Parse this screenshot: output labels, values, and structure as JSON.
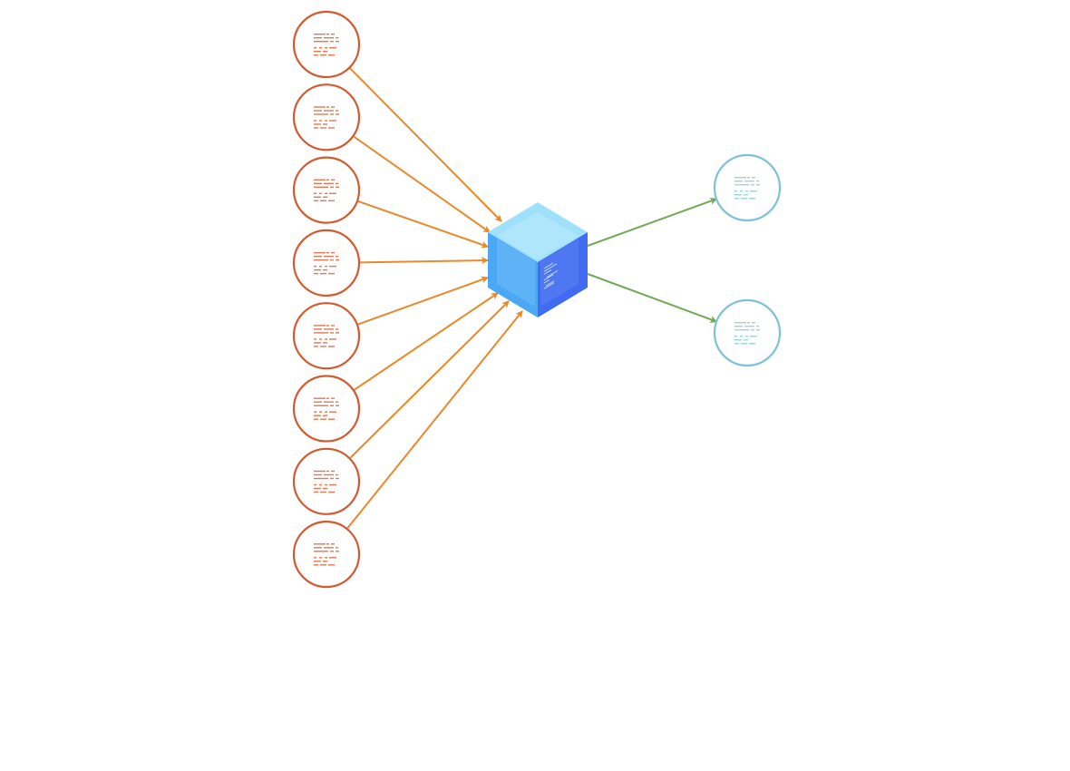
{
  "colors": {
    "input_stroke": "#d35a2f",
    "input_text": "#de7a55",
    "input_arrow": "#e8892a",
    "output_stroke": "#7cc2d8",
    "output_text": "#9fd3e2",
    "output_arrow": "#72a955",
    "cube_top": "#9fe1fb",
    "cube_left": "#4aa8f5",
    "cube_right": "#3f6cf0",
    "cube_code": "#cfe3ff"
  },
  "inputs": [
    {
      "id": "input-1"
    },
    {
      "id": "input-2"
    },
    {
      "id": "input-3"
    },
    {
      "id": "input-4"
    },
    {
      "id": "input-5"
    },
    {
      "id": "input-6"
    },
    {
      "id": "input-7"
    },
    {
      "id": "input-8"
    }
  ],
  "outputs": [
    {
      "id": "output-1"
    },
    {
      "id": "output-2"
    }
  ],
  "hub": {
    "icon": "cube-icon"
  }
}
